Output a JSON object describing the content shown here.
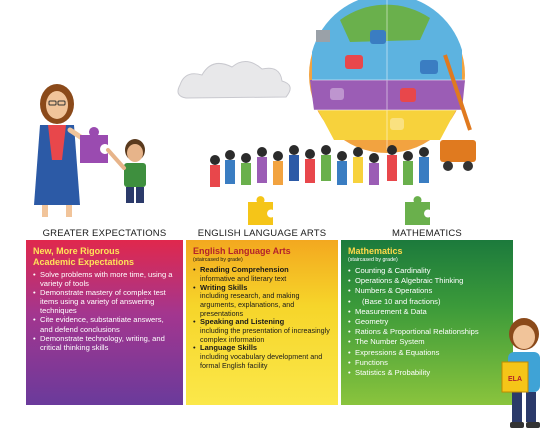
{
  "columns": {
    "left_heading": "GREATER EXPECTATIONS",
    "middle_heading": "ENGLISH LANGUAGE ARTS",
    "right_heading": "MATHEMATICS"
  },
  "panel_left": {
    "title_line1": "New, More Rigorous",
    "title_line2": "Academic Expectations",
    "items": [
      "Solve problems with more time, using a variety of tools",
      "Demonstrate mastery of complex test items using a variety of answering techniques",
      "Cite evidence, substantiate answers, and defend conclusions",
      "Demonstrate technology, writing, and critical thinking skills"
    ]
  },
  "panel_middle": {
    "title": "English Language Arts",
    "subtitle": "(staircased by grade)",
    "items": [
      {
        "head": "Reading Comprehension",
        "desc": "informative and literary text"
      },
      {
        "head": "Writing Skills",
        "desc": "including research, and making arguments, explanations, and presentations"
      },
      {
        "head": "Speaking and Listening",
        "desc": "including the presentation of increasingly complex information"
      },
      {
        "head": "Language Skills",
        "desc": "including vocabulary development and formal English facility"
      }
    ]
  },
  "panel_right": {
    "title": "Mathematics",
    "subtitle": "(staircased by grade)",
    "items": [
      "Counting & Cardinality",
      "Operations & Algebraic Thinking",
      "Numbers & Operations",
      "(Base 10 and fractions)",
      "Measurement & Data",
      "Geometry",
      "Rations & Proportional Relationships",
      "The Number System",
      "Expressions & Equations",
      "Functions",
      "Statistics & Probability"
    ]
  },
  "book_cover_text": "ELA",
  "colors": {
    "left_panel": "#a3368f",
    "middle_panel": "#f6d52a",
    "right_panel": "#3b9a3a",
    "puzzle_yellow": "#f5c518",
    "puzzle_green": "#6ab04c"
  }
}
